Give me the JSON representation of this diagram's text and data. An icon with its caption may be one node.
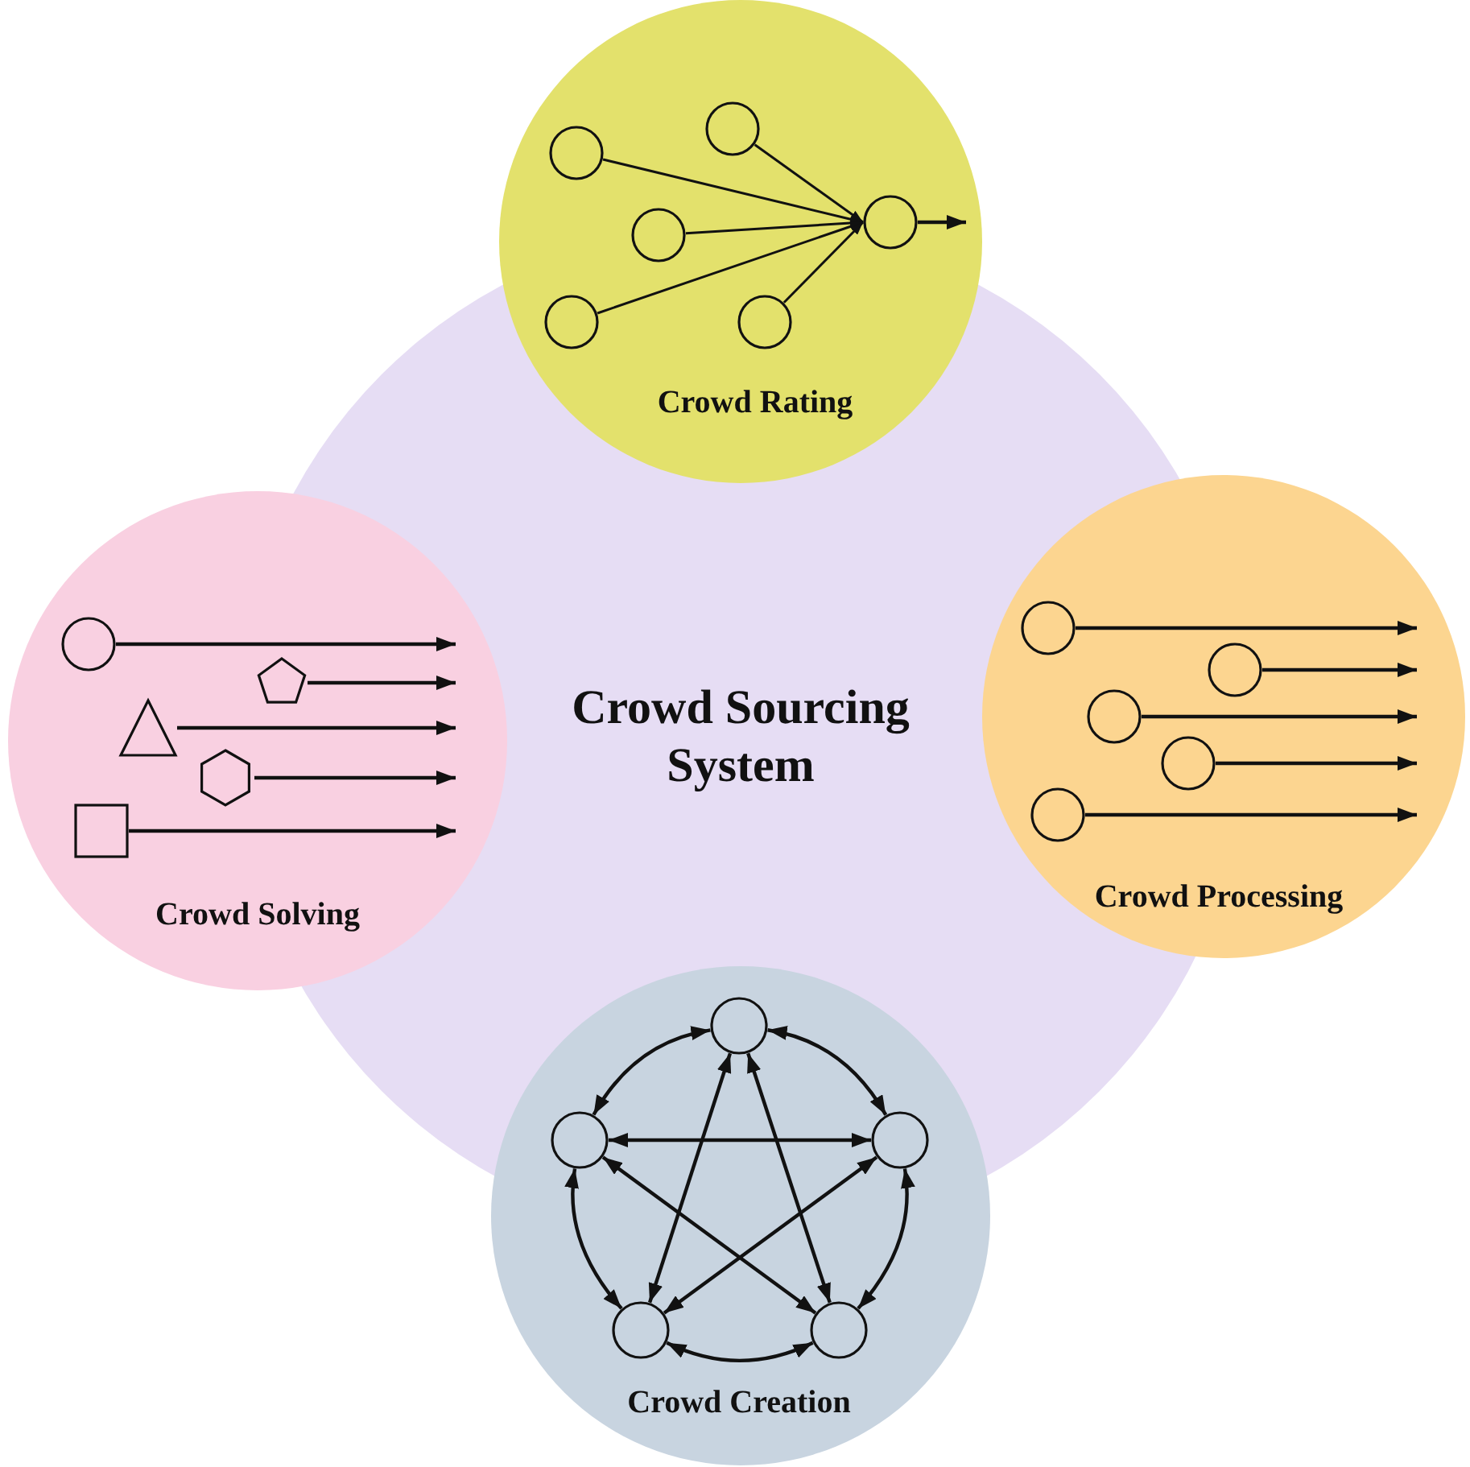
{
  "diagram": {
    "nodes": [
      {
        "text": [
          "Crowd Sourcing System"
        ]
      },
      {
        "text": [
          "Crowd Rating"
        ]
      },
      {
        "text": [],
        "shape": "circle",
        "in": 1
      },
      {
        "text": [],
        "shape": "circle",
        "in": 1
      },
      {
        "text": [],
        "shape": "circle",
        "in": 1
      },
      {
        "text": [],
        "shape": "circle",
        "in": 1
      },
      {
        "text": [],
        "shape": "circle",
        "in": 1
      },
      {
        "text": [],
        "shape": "circle",
        "in": 1
      },
      {
        "text": [
          "Crowd Solving"
        ]
      },
      {
        "text": [],
        "shape": "circle",
        "in": 8
      },
      {
        "text": [],
        "shape": "pentagon",
        "in": 8
      },
      {
        "text": [],
        "shape": "triangle",
        "in": 8
      },
      {
        "text": [],
        "shape": "hexagon",
        "in": 8
      },
      {
        "text": [],
        "shape": "box",
        "in": 8
      },
      {
        "text": [
          "Crowd Processing"
        ]
      },
      {
        "text": [],
        "shape": "circle",
        "in": 14
      },
      {
        "text": [],
        "shape": "circle",
        "in": 14
      },
      {
        "text": [],
        "shape": "circle",
        "in": 14
      },
      {
        "text": [],
        "shape": "circle",
        "in": 14
      },
      {
        "text": [],
        "shape": "circle",
        "in": 14
      },
      {
        "text": [
          "Crowd Creation"
        ]
      },
      {
        "text": [],
        "shape": "circle",
        "in": 20
      },
      {
        "text": [],
        "shape": "circle",
        "in": 20
      },
      {
        "text": [],
        "shape": "circle",
        "in": 20
      },
      {
        "text": [],
        "shape": "circle",
        "in": 20
      },
      {
        "text": [],
        "shape": "circle",
        "in": 20
      }
    ],
    "edges": [
      {
        "from": 2,
        "to": 7,
        "arrow": "to"
      },
      {
        "from": 3,
        "to": 7,
        "arrow": "to"
      },
      {
        "from": 4,
        "to": 7,
        "arrow": "to"
      },
      {
        "from": 5,
        "to": 7,
        "arrow": "to"
      },
      {
        "from": 6,
        "to": 7,
        "arrow": "to"
      },
      {
        "from": 7,
        "to": null,
        "arrow": "to"
      },
      {
        "from": 9,
        "to": null,
        "arrow": "to"
      },
      {
        "from": 10,
        "to": null,
        "arrow": "to"
      },
      {
        "from": 11,
        "to": null,
        "arrow": "to"
      },
      {
        "from": 12,
        "to": null,
        "arrow": "to"
      },
      {
        "from": 13,
        "to": null,
        "arrow": "to"
      },
      {
        "from": 15,
        "to": null,
        "arrow": "to"
      },
      {
        "from": 16,
        "to": null,
        "arrow": "to"
      },
      {
        "from": 17,
        "to": null,
        "arrow": "to"
      },
      {
        "from": 18,
        "to": null,
        "arrow": "to"
      },
      {
        "from": 19,
        "to": null,
        "arrow": "to"
      },
      {
        "from": 21,
        "to": 22,
        "arrow": "both"
      },
      {
        "from": 21,
        "to": 23,
        "arrow": "both"
      },
      {
        "from": 22,
        "to": 24,
        "arrow": "both"
      },
      {
        "from": 23,
        "to": 25,
        "arrow": "both"
      },
      {
        "from": 24,
        "to": 25,
        "arrow": "both"
      },
      {
        "from": 21,
        "to": 24,
        "arrow": "both"
      },
      {
        "from": 21,
        "to": 25,
        "arrow": "both"
      },
      {
        "from": 22,
        "to": 23,
        "arrow": "both"
      },
      {
        "from": 22,
        "to": 25,
        "arrow": "both"
      },
      {
        "from": 23,
        "to": 24,
        "arrow": "both"
      }
    ]
  }
}
